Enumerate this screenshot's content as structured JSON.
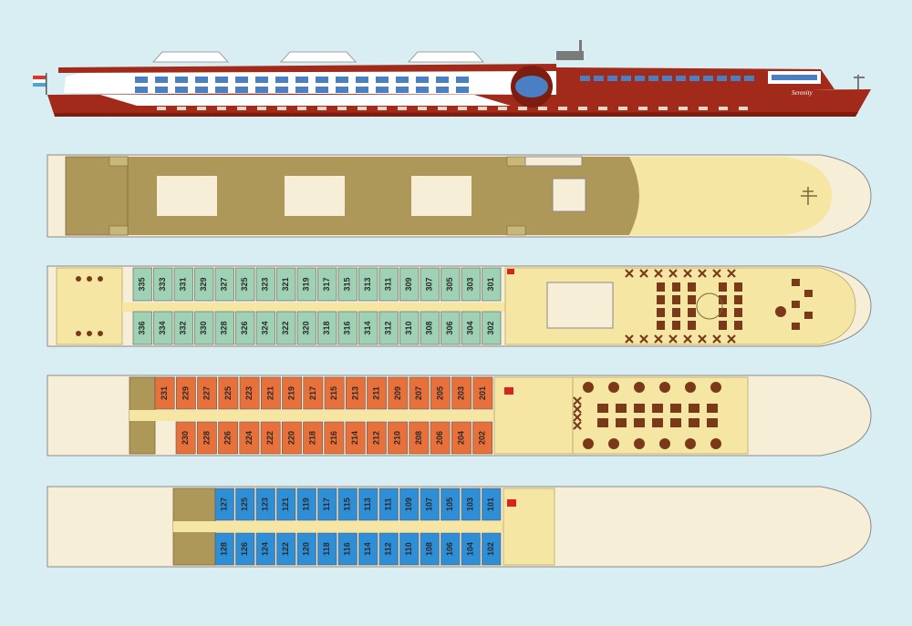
{
  "ship": {
    "name": "Serenity"
  },
  "colors": {
    "background": "#d9eef2",
    "hull": "#a12a1a",
    "hull_dark": "#7d1d10",
    "superstructure": "#ffffff",
    "window": "#4b7fc4",
    "deck_brown": "#ad9759",
    "deck_yellow": "#f6e6a3",
    "deck_cream": "#f7eed7",
    "deck_outline": "#8a8a8a",
    "suite_green": "#9fd1b5",
    "cabin_orange": "#e8703a",
    "cabin_blue": "#2f8fd6",
    "stair_red": "#d8241e",
    "furniture": "#7a3a1a"
  },
  "decks": [
    {
      "name": "sun-deck",
      "cabins_top": [],
      "cabins_bottom": []
    },
    {
      "name": "deck-3",
      "cabins_top": [
        "335",
        "333",
        "331",
        "329",
        "327",
        "325",
        "323",
        "321",
        "319",
        "317",
        "315",
        "313",
        "311",
        "309",
        "307",
        "305",
        "303",
        "301"
      ],
      "cabins_bottom": [
        "336",
        "334",
        "332",
        "330",
        "328",
        "326",
        "324",
        "322",
        "320",
        "318",
        "316",
        "314",
        "312",
        "310",
        "308",
        "306",
        "304",
        "302"
      ]
    },
    {
      "name": "deck-2",
      "cabins_top": [
        "231",
        "229",
        "227",
        "225",
        "223",
        "221",
        "219",
        "217",
        "215",
        "213",
        "211",
        "209",
        "207",
        "205",
        "203",
        "201"
      ],
      "cabins_bottom": [
        "230",
        "228",
        "226",
        "224",
        "222",
        "220",
        "218",
        "216",
        "214",
        "212",
        "210",
        "208",
        "206",
        "204",
        "202"
      ]
    },
    {
      "name": "deck-1",
      "cabins_top": [
        "127",
        "125",
        "123",
        "121",
        "119",
        "117",
        "115",
        "113",
        "111",
        "109",
        "107",
        "105",
        "103",
        "101"
      ],
      "cabins_bottom": [
        "128",
        "126",
        "124",
        "122",
        "120",
        "118",
        "116",
        "114",
        "112",
        "110",
        "108",
        "106",
        "104",
        "102"
      ]
    }
  ]
}
